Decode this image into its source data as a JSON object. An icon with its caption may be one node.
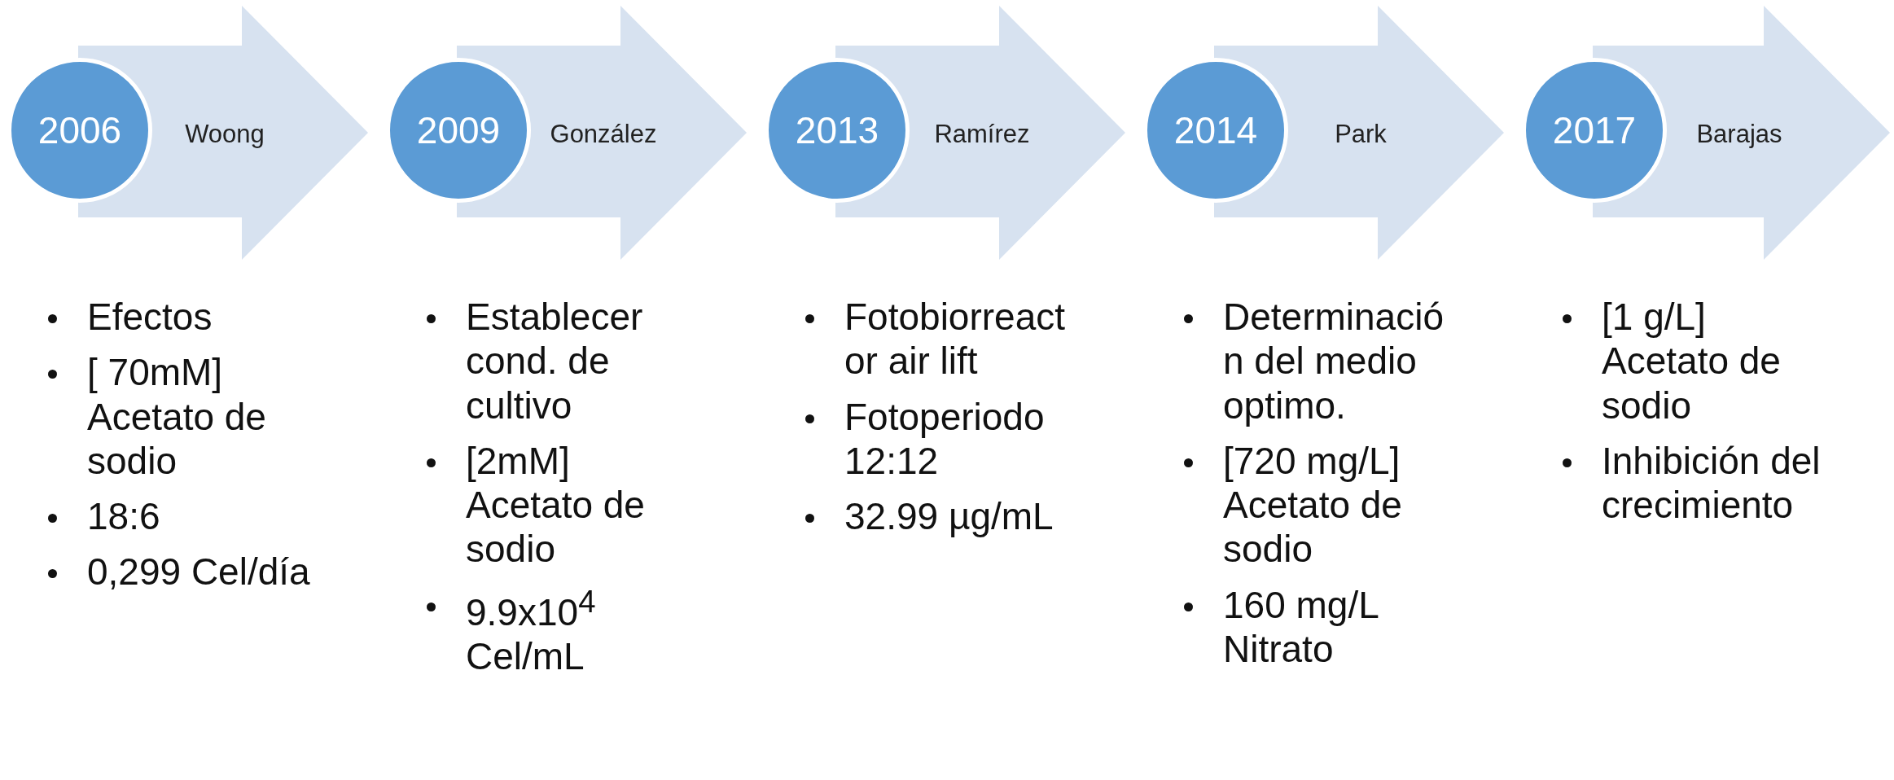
{
  "diagram": {
    "nodes": [
      {
        "text": [
          "2006"
        ],
        "beside": [
          "Efectos",
          "[ 70mM] Acetato de sodio",
          "18:6",
          "0,299 Cel/día"
        ]
      },
      {
        "text": [
          "2009"
        ],
        "beside": [
          "Establecer cond. de cultivo",
          "[2mM] Acetato de sodio",
          "9.9x10$^{4}$ Cel/mL"
        ]
      },
      {
        "text": [
          "2013"
        ],
        "beside": [
          "Fotobiorreactor air lift",
          "Fotoperiodo 12:12",
          "32.99 µg/mL"
        ]
      },
      {
        "text": [
          "2014"
        ],
        "beside": [
          "Determinación del medio optimo.",
          "[720 mg/L] Acetato de sodio",
          "160 mg/L Nitrato"
        ]
      },
      {
        "text": [
          "2017"
        ],
        "beside": [
          "[1 g/L] Acetato de sodio",
          "Inhibición del crecimiento"
        ]
      }
    ],
    "edges": [
      {
        "from": 0,
        "to": 1,
        "arrow": "to",
        "label": "Woong"
      },
      {
        "from": 1,
        "to": 2,
        "arrow": "to",
        "label": "González"
      },
      {
        "from": 2,
        "to": 3,
        "arrow": "to",
        "label": "Ramírez"
      },
      {
        "from": 3,
        "to": 4,
        "arrow": "to",
        "label": "Park"
      },
      {
        "from": 4,
        "to": null,
        "arrow": "to",
        "label": "Barajas"
      }
    ]
  }
}
